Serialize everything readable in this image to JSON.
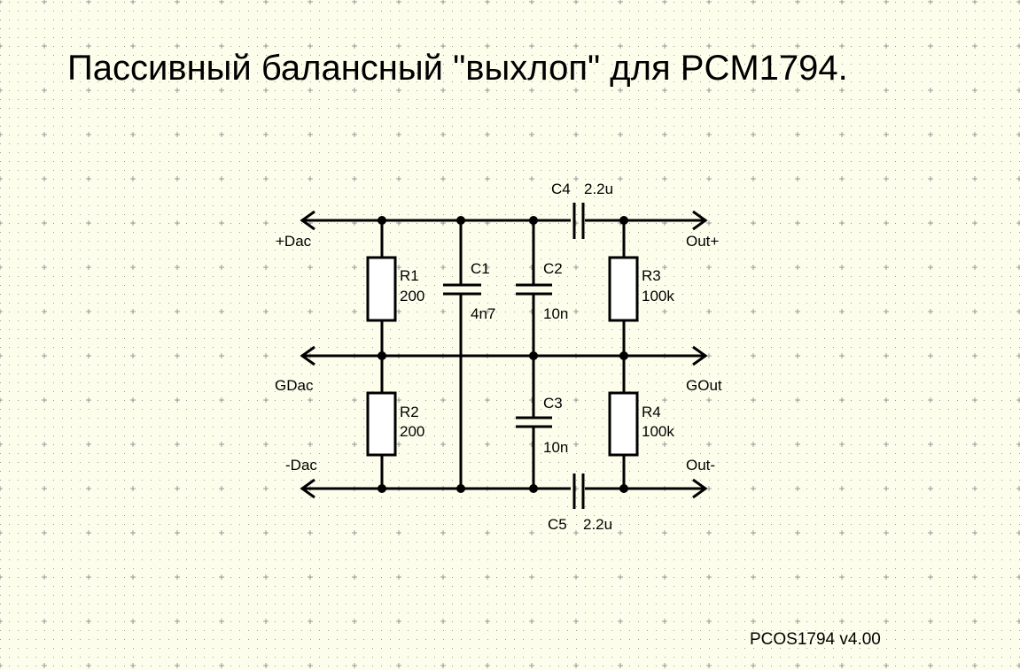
{
  "title": "Пассивный балансный \"выхлоп\" для PCM1794.",
  "version": "PCOS1794 v4.00",
  "ports": {
    "plus_dac": "+Dac",
    "gdac": "GDac",
    "minus_dac": "-Dac",
    "out_plus": "Out+",
    "gout": "GOut",
    "out_minus": "Out-"
  },
  "components": {
    "R1": {
      "ref": "R1",
      "value": "200"
    },
    "R2": {
      "ref": "R2",
      "value": "200"
    },
    "R3": {
      "ref": "R3",
      "value": "100k"
    },
    "R4": {
      "ref": "R4",
      "value": "100k"
    },
    "C1": {
      "ref": "C1",
      "value": "4n7"
    },
    "C2": {
      "ref": "C2",
      "value": "10n"
    },
    "C3": {
      "ref": "C3",
      "value": "10n"
    },
    "C4": {
      "ref": "C4",
      "value": "2.2u"
    },
    "C5": {
      "ref": "C5",
      "value": "2.2u"
    }
  },
  "colors": {
    "background": "#fdfdec",
    "grid": "#9a9a9a",
    "wire": "#000000"
  }
}
